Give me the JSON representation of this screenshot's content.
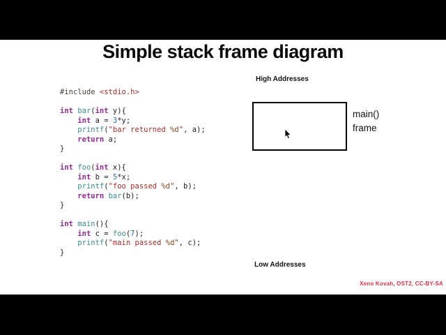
{
  "slide": {
    "title": "Simple stack frame diagram"
  },
  "code": {
    "colors": {
      "plain": "#212121",
      "kw": "#8e2a8e",
      "fn": "#3d8b8b",
      "str": "#9e2f28",
      "fmt": "#7c4a21",
      "num": "#2d6f9e",
      "pre": "#4a403a"
    },
    "lines": [
      [
        [
          "pre",
          "#include "
        ],
        [
          "str",
          "<stdio.h>"
        ]
      ],
      [],
      [
        [
          "kw",
          "int"
        ],
        [
          "plain",
          " "
        ],
        [
          "fn",
          "bar"
        ],
        [
          "plain",
          "("
        ],
        [
          "kw",
          "int"
        ],
        [
          "plain",
          " y){"
        ]
      ],
      [
        [
          "plain",
          "    "
        ],
        [
          "kw",
          "int"
        ],
        [
          "plain",
          " a = "
        ],
        [
          "num",
          "3"
        ],
        [
          "plain",
          "*y;"
        ]
      ],
      [
        [
          "plain",
          "    "
        ],
        [
          "fn",
          "printf"
        ],
        [
          "plain",
          "("
        ],
        [
          "str",
          "\"bar returned "
        ],
        [
          "fmt",
          "%d"
        ],
        [
          "str",
          "\""
        ],
        [
          "plain",
          ", a);"
        ]
      ],
      [
        [
          "plain",
          "    "
        ],
        [
          "kw",
          "return"
        ],
        [
          "plain",
          " a;"
        ]
      ],
      [
        [
          "plain",
          "}"
        ]
      ],
      [],
      [
        [
          "kw",
          "int"
        ],
        [
          "plain",
          " "
        ],
        [
          "fn",
          "foo"
        ],
        [
          "plain",
          "("
        ],
        [
          "kw",
          "int"
        ],
        [
          "plain",
          " x){"
        ]
      ],
      [
        [
          "plain",
          "    "
        ],
        [
          "kw",
          "int"
        ],
        [
          "plain",
          " b = "
        ],
        [
          "num",
          "5"
        ],
        [
          "plain",
          "*x;"
        ]
      ],
      [
        [
          "plain",
          "    "
        ],
        [
          "fn",
          "printf"
        ],
        [
          "plain",
          "("
        ],
        [
          "str",
          "\"foo passed "
        ],
        [
          "fmt",
          "%d"
        ],
        [
          "str",
          "\""
        ],
        [
          "plain",
          ", b);"
        ]
      ],
      [
        [
          "plain",
          "    "
        ],
        [
          "kw",
          "return"
        ],
        [
          "plain",
          " "
        ],
        [
          "fn",
          "bar"
        ],
        [
          "plain",
          "(b);"
        ]
      ],
      [
        [
          "plain",
          "}"
        ]
      ],
      [],
      [
        [
          "kw",
          "int"
        ],
        [
          "plain",
          " "
        ],
        [
          "fn",
          "main"
        ],
        [
          "plain",
          "(){"
        ]
      ],
      [
        [
          "plain",
          "    "
        ],
        [
          "kw",
          "int"
        ],
        [
          "plain",
          " c = "
        ],
        [
          "fn",
          "foo"
        ],
        [
          "plain",
          "("
        ],
        [
          "num",
          "7"
        ],
        [
          "plain",
          ");"
        ]
      ],
      [
        [
          "plain",
          "    "
        ],
        [
          "fn",
          "printf"
        ],
        [
          "plain",
          "("
        ],
        [
          "str",
          "\"main passed "
        ],
        [
          "fmt",
          "%d"
        ],
        [
          "str",
          "\""
        ],
        [
          "plain",
          ", c);"
        ]
      ],
      [
        [
          "plain",
          "}"
        ]
      ]
    ]
  },
  "diagram": {
    "high_label": "High Addresses",
    "low_label": "Low Addresses",
    "frame_label_line1": "main()",
    "frame_label_line2": "frame"
  },
  "attribution": {
    "text": "Xeno Kovah, OST2, CC-BY-SA",
    "color": "#d5334a"
  }
}
